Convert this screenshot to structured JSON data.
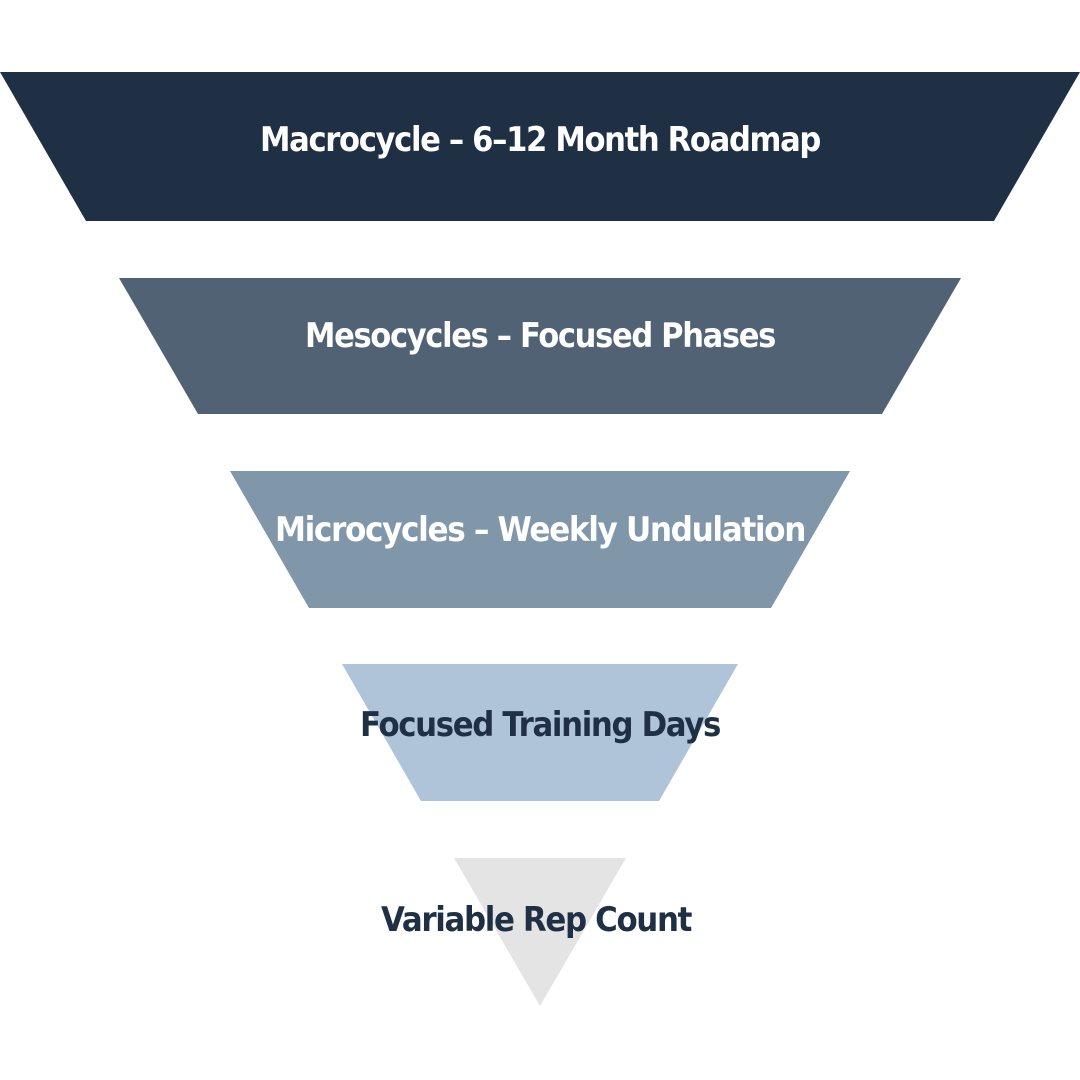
{
  "funnel": {
    "levels": [
      {
        "label": "Macrocycle – 6–12 Month Roadmap",
        "fill": "#1f3045",
        "text_color": "#ffffff"
      },
      {
        "label": "Mesocycles – Focused Phases",
        "fill": "#516274",
        "text_color": "#ffffff"
      },
      {
        "label": "Microcycles – Weekly Undulation",
        "fill": "#8096a9",
        "text_color": "#ffffff"
      },
      {
        "label": "Focused Training Days",
        "fill": "#afc4d8",
        "text_color": "#1f3045"
      },
      {
        "label": "Variable Rep Count",
        "fill": "#e4e4e4",
        "text_color": "#1f3045"
      }
    ]
  }
}
